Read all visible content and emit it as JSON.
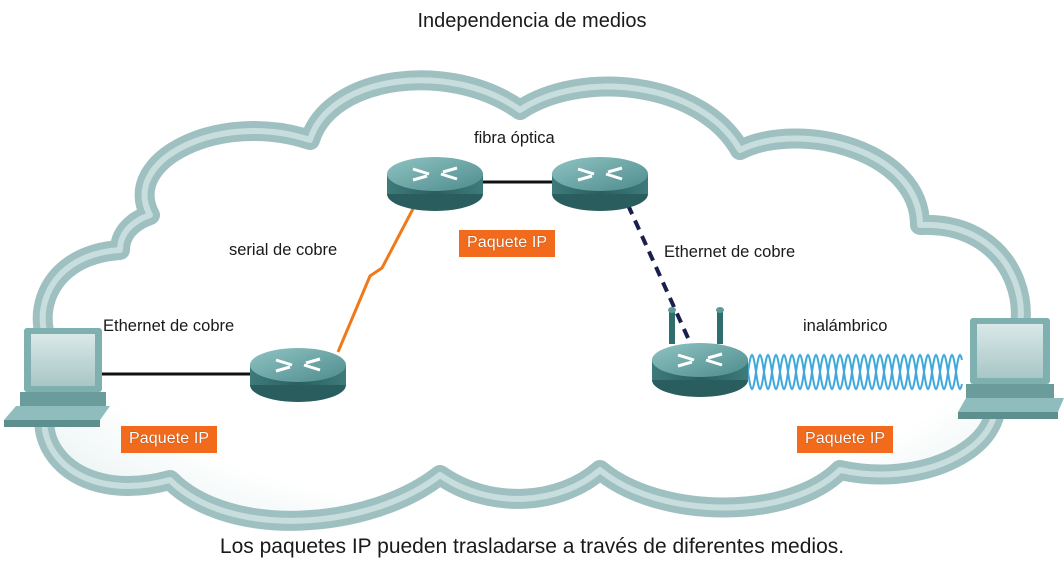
{
  "diagram": {
    "title": "Independencia de medios",
    "caption": "Los paquetes IP pueden trasladarse a través de diferentes medios.",
    "media_labels": {
      "fiber": "fibra óptica",
      "serial": "serial de cobre",
      "ethernet_left": "Ethernet de cobre",
      "ethernet_right": "Ethernet de cobre",
      "wireless": "inalámbrico"
    },
    "packets": {
      "top": "Paquete IP",
      "left": "Paquete IP",
      "right": "Paquete IP"
    },
    "colors": {
      "cloud_fill": "#9fc0c0",
      "router_top": "#5c9a9a",
      "router_side": "#2f6868",
      "packet_bg": "#f26a1b",
      "serial_link": "#f07a1a",
      "ethernet_dashed": "#1a1f4d",
      "wireless_waves": "#3fa9d8"
    },
    "nodes": [
      "pc-left",
      "router-left",
      "router-top-left",
      "router-top-right",
      "wireless-router",
      "pc-right"
    ]
  }
}
